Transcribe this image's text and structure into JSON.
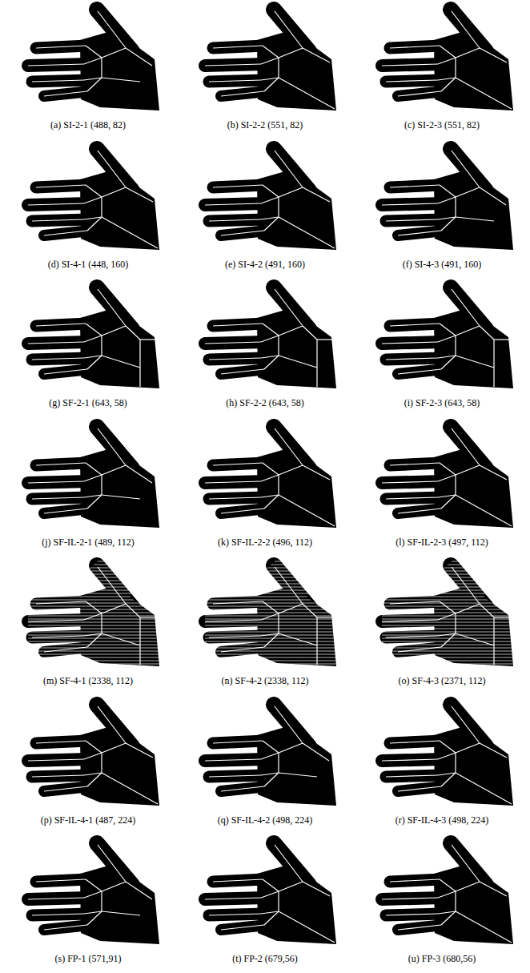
{
  "diagram": {
    "labels": [
      "(a) SI-2-1 (488, 82)",
      "(b) SI-2-2 (551, 82)",
      "(c) SI-2-3 (551, 82)",
      "(d) SI-4-1 (448, 160)",
      "(e) SI-4-2 (491, 160)",
      "(f) SI-4-3 (491, 160)",
      "(g) SF-2-1 (643, 58)",
      "(h) SF-2-2 (643, 58)",
      "(i) SF-2-3 (643, 58)",
      "(j) SF-IL-2-1 (489, 112)",
      "(k) SF-IL-2-2 (496, 112)",
      "(l) SF-IL-2-3 (497, 112)",
      "(m) SF-4-1 (2338, 112)",
      "(n) SF-4-2 (2338, 112)",
      "(o) SF-4-3 (2371, 112)",
      "(p) SF-IL-4-1 (487, 224)",
      "(q) SF-IL-4-2 (498, 224)",
      "(r) SF-IL-4-3 (498, 224)",
      "(s) FP-1 (571,91)",
      "(t) FP-2 (679,56)",
      "(u) FP-3 (680,56)"
    ]
  }
}
